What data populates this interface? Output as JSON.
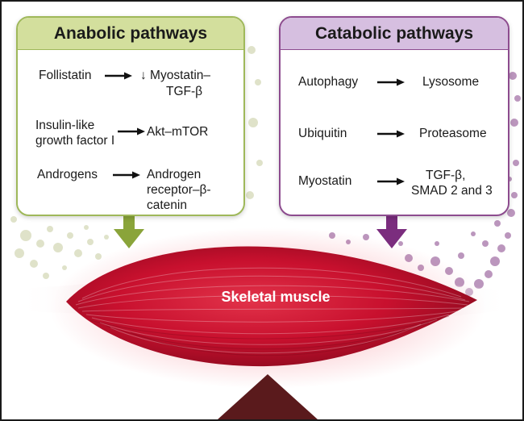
{
  "anabolic": {
    "title": "Anabolic pathways",
    "rows": [
      {
        "source": "Follistatin",
        "target_line1": "↓ Myostatin–",
        "target_line2": "TGF-β"
      },
      {
        "source_line1": "Insulin-like",
        "source_line2": "growth factor I",
        "target": "Akt–mTOR"
      },
      {
        "source": "Androgens",
        "target_line1": "Androgen",
        "target_line2": "receptor–β-catenin"
      }
    ]
  },
  "catabolic": {
    "title": "Catabolic pathways",
    "rows": [
      {
        "source": "Autophagy",
        "target": "Lysosome"
      },
      {
        "source": "Ubiquitin",
        "target": "Proteasome"
      },
      {
        "source": "Myostatin",
        "target_line1": "TGF-β,",
        "target_line2": "SMAD 2 and 3"
      }
    ]
  },
  "muscle_label": "Skeletal muscle",
  "colors": {
    "anabolic_accent": "#8aa43a",
    "catabolic_accent": "#7b2d7e",
    "muscle": "#c8102e",
    "fulcrum": "#5a1a1c"
  }
}
